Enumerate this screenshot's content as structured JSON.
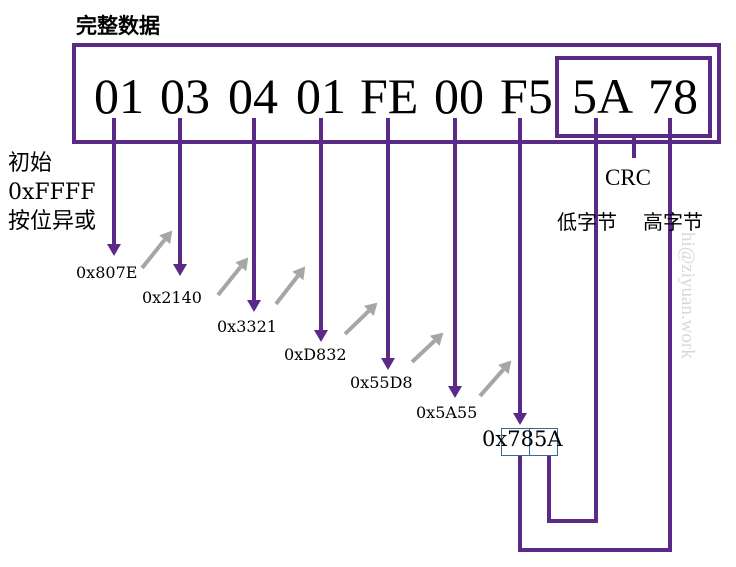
{
  "title": "完整数据",
  "frame_bytes": [
    "01",
    "03",
    "04",
    "01",
    "FE",
    "00",
    "F5",
    "5A",
    "78"
  ],
  "crc_label": "CRC",
  "crc_low_label": "低字节",
  "crc_high_label": "高字节",
  "initial_note": [
    "初始",
    "0xFFFF",
    "按位异或"
  ],
  "intermediate_values": [
    "0x807E",
    "0x2140",
    "0x3321",
    "0xD832",
    "0x55D8",
    "0x5A55"
  ],
  "final_result": {
    "prefix": "0x",
    "high": "78",
    "low": "5A"
  },
  "watermark": "hi@ziyuan.work",
  "colors": {
    "line": "#5b2a86",
    "step_arrow": "#a6a6a6",
    "result_box": "#3a6a9a"
  }
}
